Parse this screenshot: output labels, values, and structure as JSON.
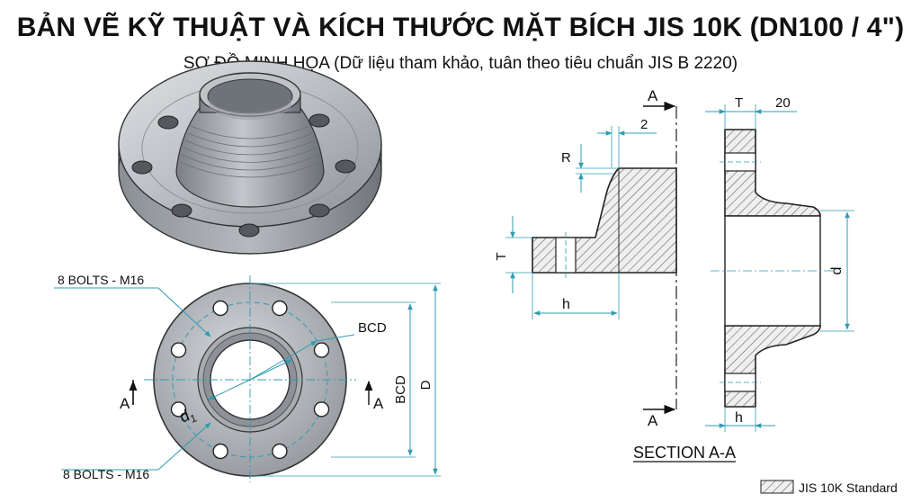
{
  "title": "BẢN VẼ KỸ THUẬT VÀ KÍCH THƯỚC MẶT BÍCH JIS 10K (DN100 / 4\")",
  "subtitle": "SƠ ĐỒ MINH HỌA (Dữ liệu tham khảo, tuân theo tiêu chuẩn JIS B 2220)",
  "front_view": {
    "bolts_label_top": "8 BOLTS - M16",
    "bolts_label_bottom": "8 BOLTS - M16",
    "bcd_label": "BCD",
    "bcd_dim": "BCD",
    "outer_dim": "D",
    "bore_label": "d",
    "bore_sub": "1",
    "section_mark_left": "A",
    "section_mark_right": "A",
    "bolt_count": 8
  },
  "section_view": {
    "title": "SECTION A-A",
    "mark_top": "A",
    "mark_bottom": "A",
    "dim_2": "2",
    "dim_R": "R",
    "dim_T_left": "T",
    "dim_h_left": "h",
    "dim_T_right": "T",
    "dim_20": "20",
    "dim_d": "d",
    "dim_h_right": "h"
  },
  "legend": {
    "label": "JIS 10K Standard"
  },
  "colors": {
    "dimension": "#2f9cb0",
    "outline": "#222222",
    "hatch": "#555555",
    "metal_light": "#c9ccd0",
    "metal_dark": "#7d8288"
  }
}
